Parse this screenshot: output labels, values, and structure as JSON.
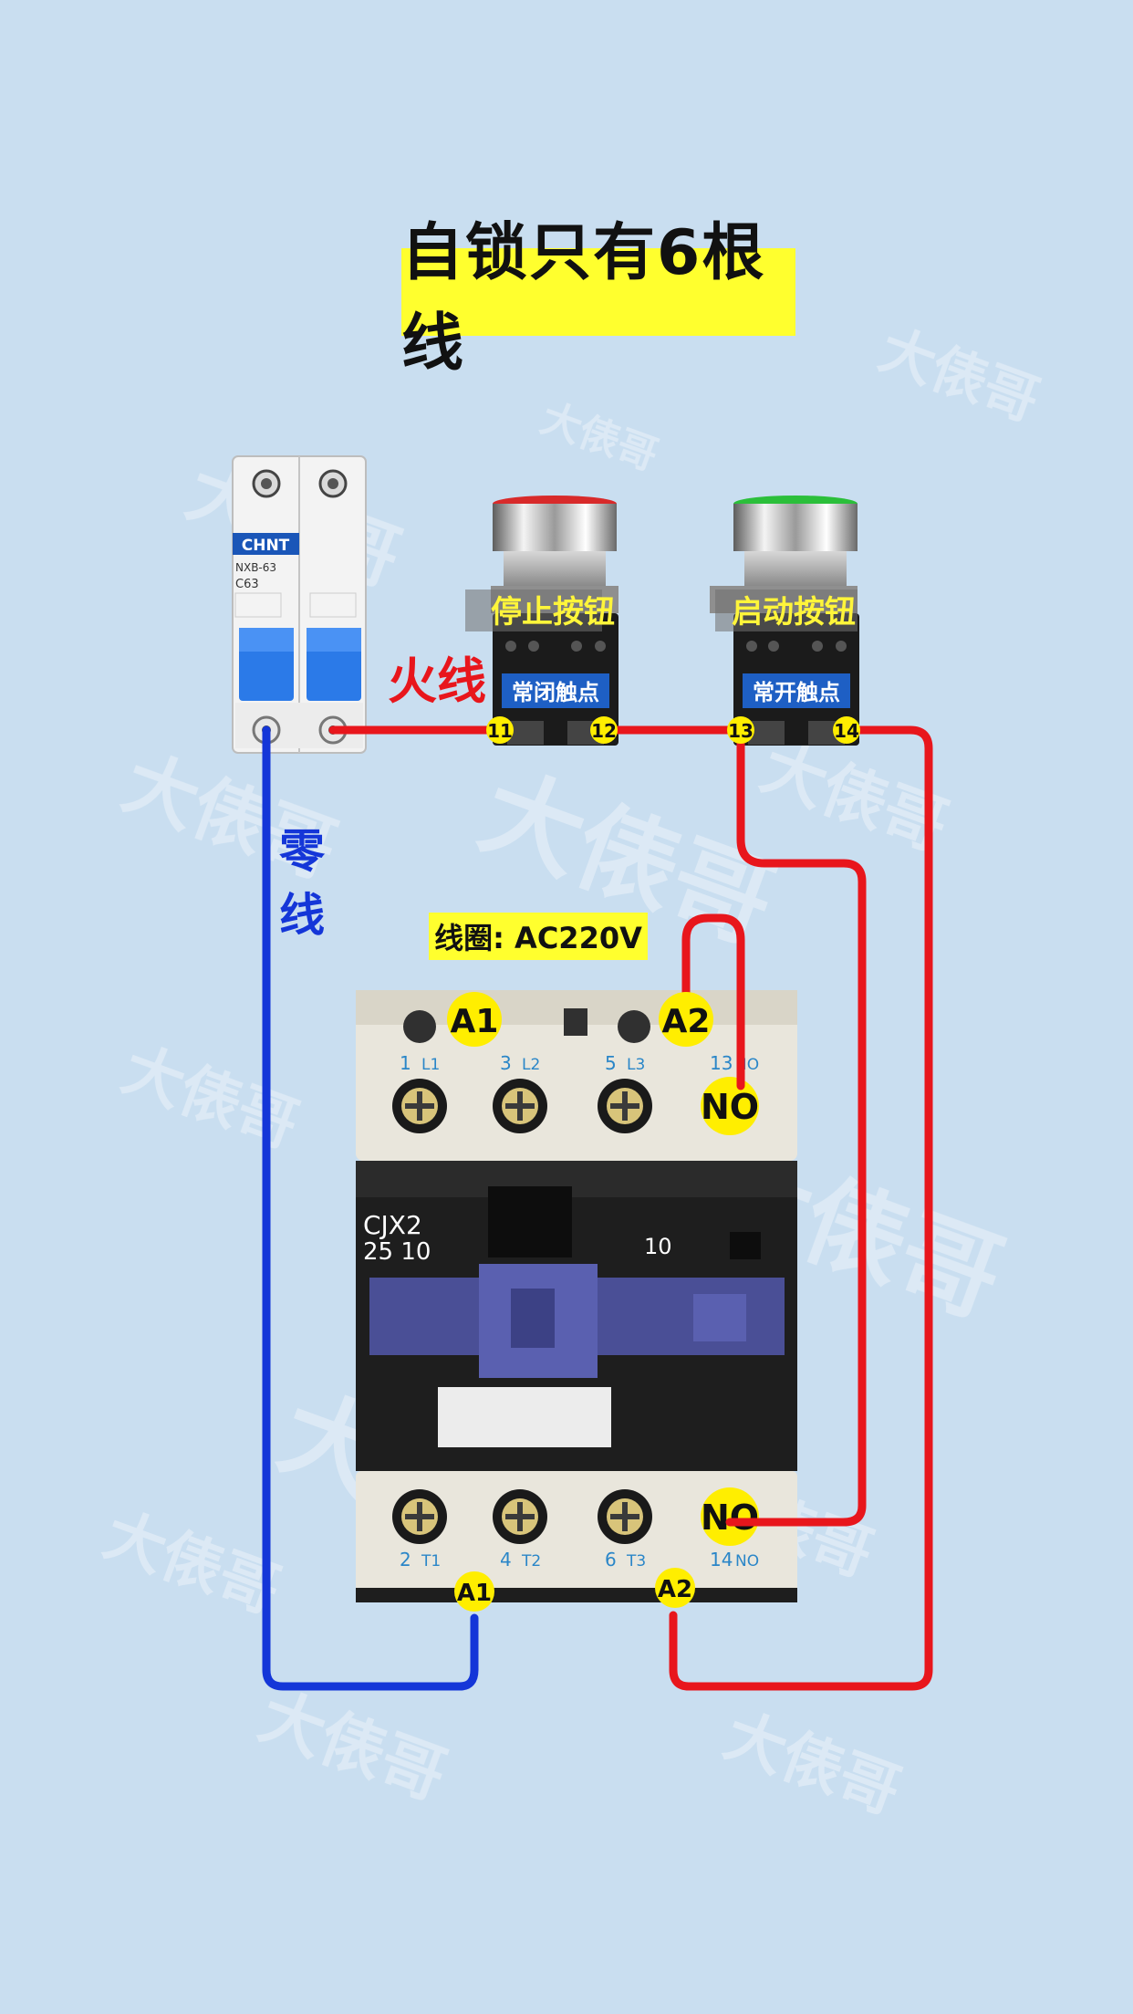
{
  "title": "自锁只有6根线",
  "watermark": "大俵哥",
  "breaker": {
    "brand": "CHNT",
    "model": "NXB-63",
    "rating": "C63"
  },
  "stop_button": {
    "name": "停止按钮",
    "contact": "常闭触点",
    "terminals": [
      "11",
      "12"
    ],
    "cap_color": "#d82a2a"
  },
  "start_button": {
    "name": "启动按钮",
    "contact": "常开触点",
    "terminals": [
      "13",
      "14"
    ],
    "cap_color": "#2bbf3a"
  },
  "labels": {
    "live": "火线",
    "neutral_1": "零",
    "neutral_2": "线",
    "coil": "线圈: AC220V"
  },
  "contactor": {
    "model_line1": "CJX2",
    "model_line2": "25 10",
    "code": "10",
    "top_terminals": [
      {
        "num": "1",
        "name": "L1"
      },
      {
        "num": "3",
        "name": "L2"
      },
      {
        "num": "5",
        "name": "L3"
      },
      {
        "num": "13",
        "name": "NO"
      }
    ],
    "bottom_terminals": [
      {
        "num": "2",
        "name": "T1"
      },
      {
        "num": "4",
        "name": "T2"
      },
      {
        "num": "6",
        "name": "T3"
      },
      {
        "num": "14",
        "name": "NO"
      }
    ],
    "coil_a1": "A1",
    "coil_a2": "A2",
    "no_badge": "NO"
  },
  "colors": {
    "live_wire": "#e8161c",
    "neutral_wire": "#1436d8",
    "badge_yellow": "#ffee00",
    "background": "#c9def0"
  }
}
